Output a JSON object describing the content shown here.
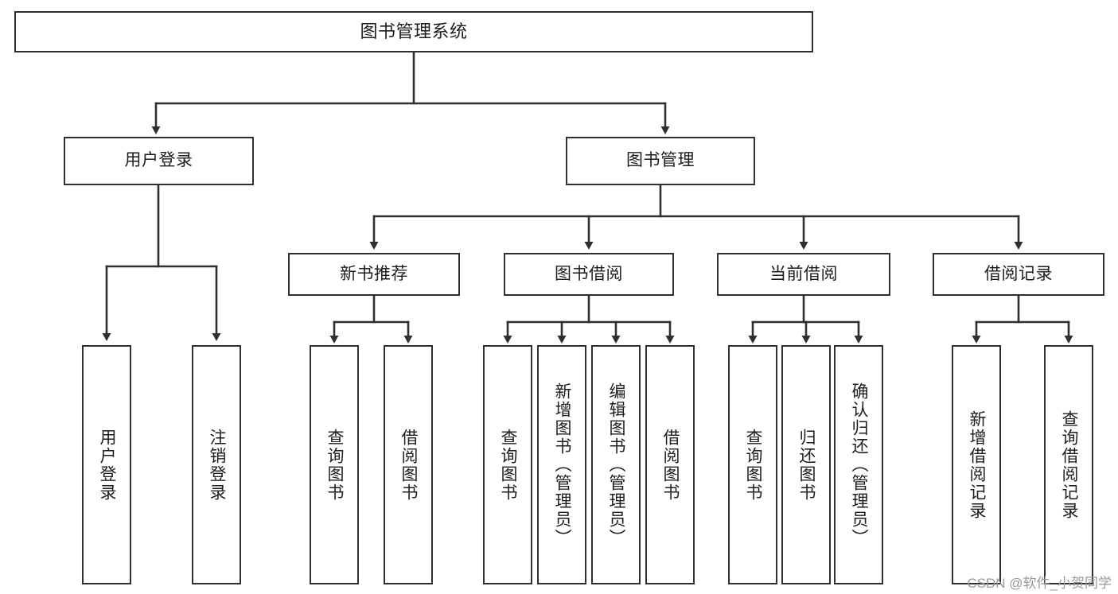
{
  "diagram": {
    "type": "tree",
    "title": "图书管理系统",
    "orientation": "top-down",
    "colors": {
      "box_border": "#2f2f2f",
      "box_fill": "#ffffff",
      "edge": "#2f2f2f",
      "text": "#1d1d1d",
      "watermark": "#9a9a9a"
    },
    "nodes": {
      "root": {
        "label": "图书管理系统",
        "level": 0,
        "text_direction": "horizontal"
      },
      "login": {
        "label": "用户登录",
        "level": 1,
        "text_direction": "horizontal"
      },
      "book_mgmt": {
        "label": "图书管理",
        "level": 1,
        "text_direction": "horizontal"
      },
      "new_book": {
        "label": "新书推荐",
        "level": 2,
        "text_direction": "horizontal"
      },
      "borrow": {
        "label": "图书借阅",
        "level": 2,
        "text_direction": "horizontal"
      },
      "current_borrow": {
        "label": "当前借阅",
        "level": 2,
        "text_direction": "horizontal"
      },
      "borrow_record": {
        "label": "借阅记录",
        "level": 2,
        "text_direction": "horizontal"
      },
      "leaf_user_login": {
        "label": "用户登录",
        "level": 3,
        "text_direction": "vertical"
      },
      "leaf_logout": {
        "label": "注销登录",
        "level": 3,
        "text_direction": "vertical"
      },
      "leaf_query_book_1": {
        "label": "查询图书",
        "level": 3,
        "text_direction": "vertical"
      },
      "leaf_borrow_book_1": {
        "label": "借阅图书",
        "level": 3,
        "text_direction": "vertical"
      },
      "leaf_query_book_2": {
        "label": "查询图书",
        "level": 3,
        "text_direction": "vertical"
      },
      "leaf_add_book": {
        "label": "新增图书（管理员）",
        "level": 3,
        "text_direction": "vertical"
      },
      "leaf_edit_book": {
        "label": "编辑图书（管理员）",
        "level": 3,
        "text_direction": "vertical"
      },
      "leaf_borrow_book_2": {
        "label": "借阅图书",
        "level": 3,
        "text_direction": "vertical"
      },
      "leaf_query_book_3": {
        "label": "查询图书",
        "level": 3,
        "text_direction": "vertical"
      },
      "leaf_return_book": {
        "label": "归还图书",
        "level": 3,
        "text_direction": "vertical"
      },
      "leaf_confirm_return": {
        "label": "确认归还（管理员）",
        "level": 3,
        "text_direction": "vertical"
      },
      "leaf_add_record": {
        "label": "新增借阅记录",
        "level": 3,
        "text_direction": "vertical"
      },
      "leaf_query_record": {
        "label": "查询借阅记录",
        "level": 3,
        "text_direction": "vertical"
      }
    },
    "edges": [
      {
        "from": "root",
        "to": "login"
      },
      {
        "from": "root",
        "to": "book_mgmt"
      },
      {
        "from": "login",
        "to": "leaf_user_login"
      },
      {
        "from": "login",
        "to": "leaf_logout"
      },
      {
        "from": "book_mgmt",
        "to": "new_book"
      },
      {
        "from": "book_mgmt",
        "to": "borrow"
      },
      {
        "from": "book_mgmt",
        "to": "current_borrow"
      },
      {
        "from": "book_mgmt",
        "to": "borrow_record"
      },
      {
        "from": "new_book",
        "to": "leaf_query_book_1"
      },
      {
        "from": "new_book",
        "to": "leaf_borrow_book_1"
      },
      {
        "from": "borrow",
        "to": "leaf_query_book_2"
      },
      {
        "from": "borrow",
        "to": "leaf_add_book"
      },
      {
        "from": "borrow",
        "to": "leaf_edit_book"
      },
      {
        "from": "borrow",
        "to": "leaf_borrow_book_2"
      },
      {
        "from": "current_borrow",
        "to": "leaf_query_book_3"
      },
      {
        "from": "current_borrow",
        "to": "leaf_return_book"
      },
      {
        "from": "current_borrow",
        "to": "leaf_confirm_return"
      },
      {
        "from": "borrow_record",
        "to": "leaf_add_record"
      },
      {
        "from": "borrow_record",
        "to": "leaf_query_record"
      }
    ]
  },
  "watermark": {
    "text": "CSDN @软件_小贺同学"
  }
}
